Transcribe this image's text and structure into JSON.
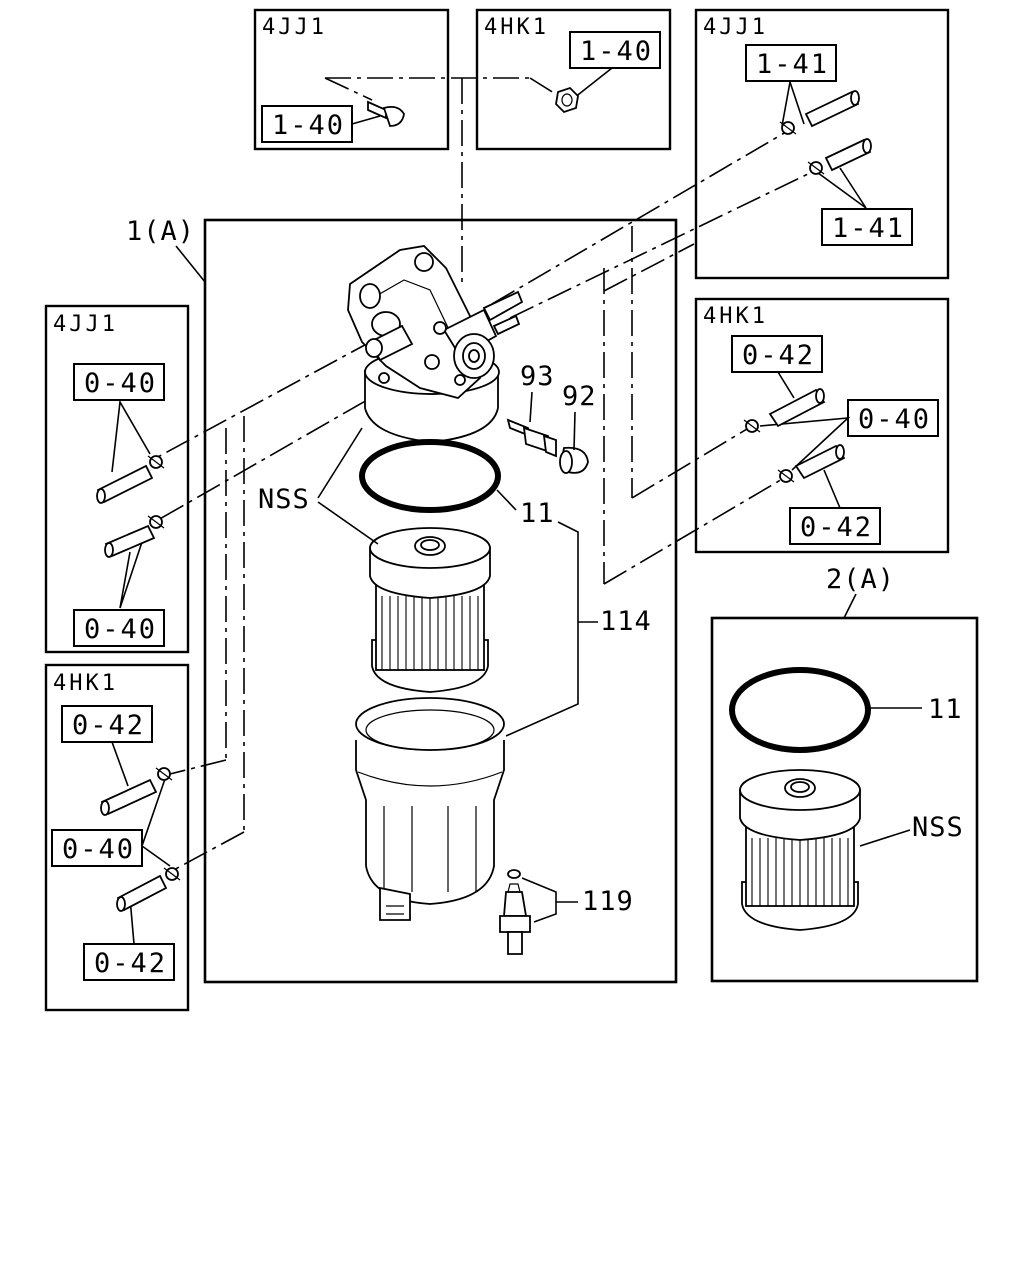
{
  "insets": {
    "top_left": {
      "title": "4JJ1",
      "tag": "1-40"
    },
    "top_middle": {
      "title": "4HK1",
      "tag": "1-40"
    },
    "top_right": {
      "title": "4JJ1",
      "tag_upper": "1-41",
      "tag_lower": "1-41"
    },
    "right_middle": {
      "title": "4HK1",
      "tag_upper": "0-42",
      "tag_middle": "0-40",
      "tag_lower": "0-42"
    },
    "left_upper": {
      "title": "4JJ1",
      "tag_upper": "0-40",
      "tag_lower": "0-40"
    },
    "left_lower": {
      "title": "4HK1",
      "tag_upper": "0-42",
      "tag_middle": "0-40",
      "tag_lower": "0-42"
    }
  },
  "assembly_1": {
    "label": "1(A)",
    "callouts": {
      "nss": "NSS",
      "oring": "11",
      "element_bowl": "114",
      "sensor": "119",
      "plug": "93",
      "cap": "92"
    }
  },
  "assembly_2": {
    "label": "2(A)",
    "callouts": {
      "oring": "11",
      "nss": "NSS"
    }
  }
}
